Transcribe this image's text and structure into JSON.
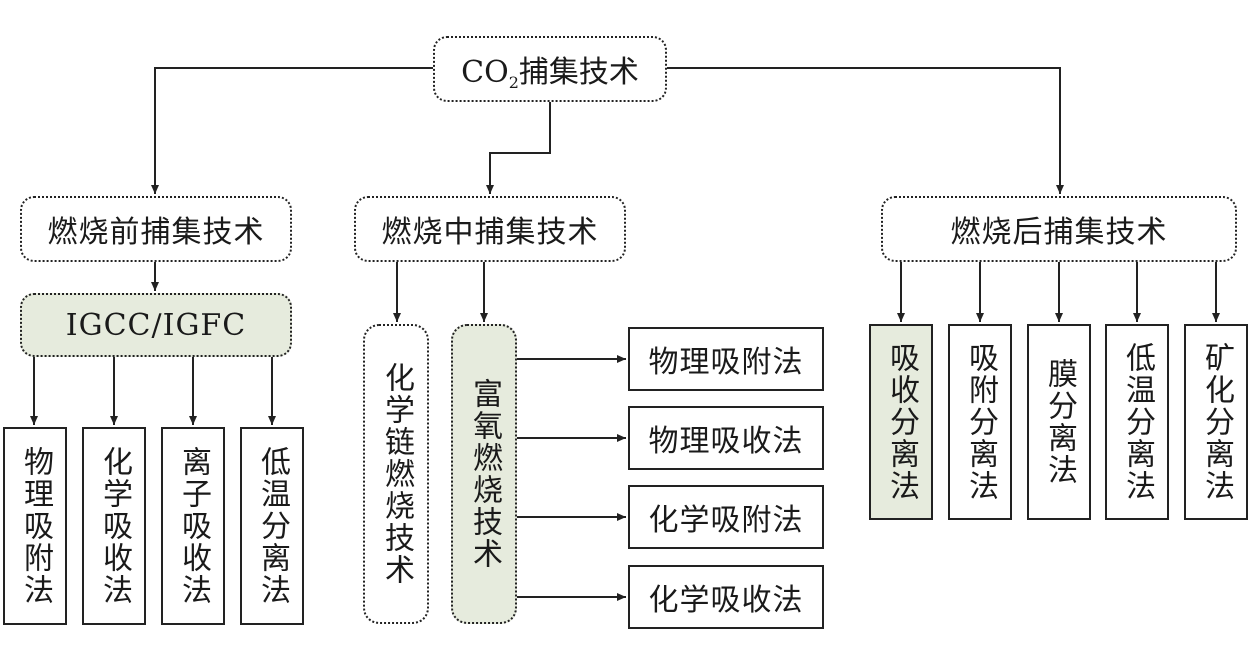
{
  "root": {
    "prefix": "CO",
    "sub": "2",
    "suffix": "捕集技术"
  },
  "pre": {
    "title": "燃烧前捕集技术",
    "process": "IGCC/IGFC",
    "methods": [
      "物理吸附法",
      "化学吸收法",
      "离子吸收法",
      "低温分离法"
    ]
  },
  "mid": {
    "title": "燃烧中捕集技术",
    "chem_loop": "化学链燃烧技术",
    "oxy_fuel": "富氧燃烧技术",
    "methods": [
      "物理吸附法",
      "物理吸收法",
      "化学吸附法",
      "化学吸收法"
    ]
  },
  "post": {
    "title": "燃烧后捕集技术",
    "methods": [
      "吸收分离法",
      "吸附分离法",
      "膜分离法",
      "低温分离法",
      "矿化分离法"
    ]
  },
  "colors": {
    "highlight": "#e6ebdd",
    "line": "#222222"
  }
}
